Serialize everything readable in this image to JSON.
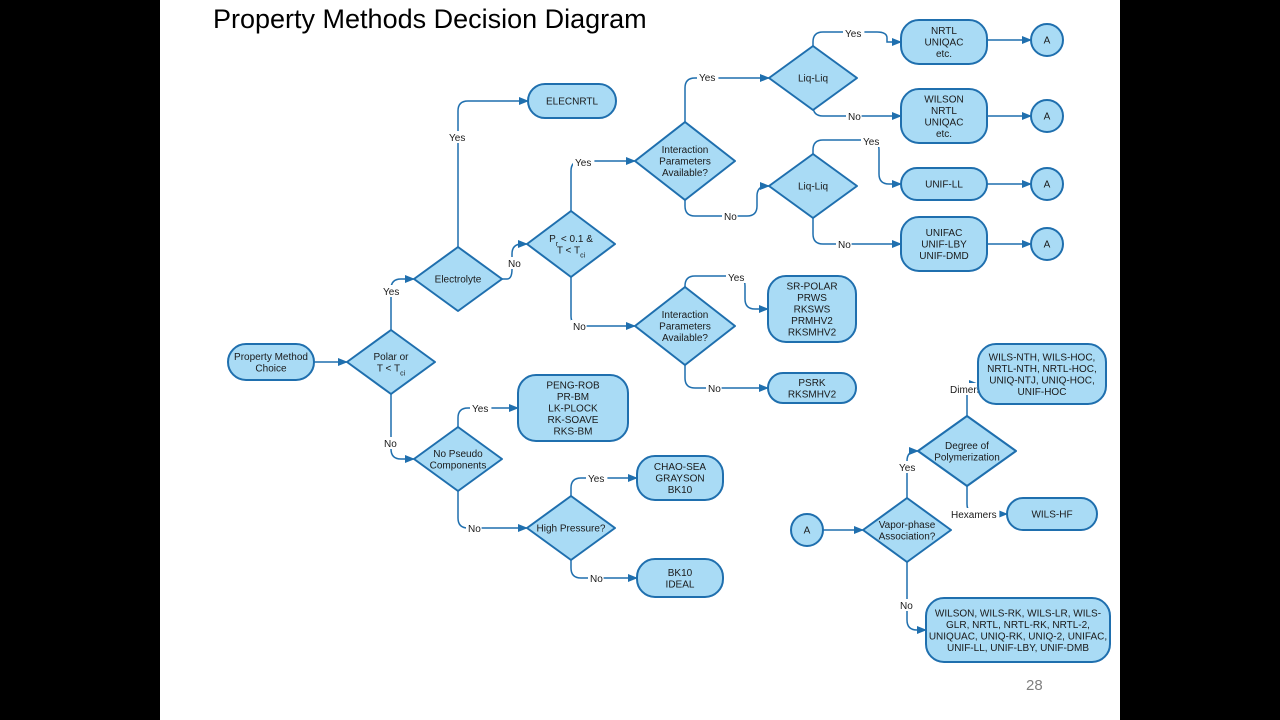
{
  "title": "Property Methods Decision Diagram",
  "page_number": "28",
  "colors": {
    "fill": "#a9dbf5",
    "stroke": "#1f6fae",
    "text": "#1a1a1a",
    "background": "#ffffff"
  },
  "nodes": {
    "start": [
      "Property Method",
      "Choice"
    ],
    "polar": [
      "Polar or",
      "T < Tci"
    ],
    "electrolyte": [
      "Electrolyte"
    ],
    "elecnrtl": [
      "ELECNRTL"
    ],
    "pr_tr": [
      "Pr < 0.1 &",
      "T < Tci"
    ],
    "interaction1": [
      "Interaction",
      "Parameters",
      "Available?"
    ],
    "liqliq1": [
      "Liq-Liq"
    ],
    "nrtl_uniquac": [
      "NRTL",
      "UNIQAC",
      "etc."
    ],
    "wilson_nrtl": [
      "WILSON",
      "NRTL",
      "UNIQAC",
      "etc."
    ],
    "liqliq2": [
      "Liq-Liq"
    ],
    "unif_ll": [
      "UNIF-LL"
    ],
    "unifac_group": [
      "UNIFAC",
      "UNIF-LBY",
      "UNIF-DMD"
    ],
    "a1": [
      "A"
    ],
    "a2": [
      "A"
    ],
    "a3": [
      "A"
    ],
    "a4": [
      "A"
    ],
    "interaction2": [
      "Interaction",
      "Parameters",
      "Available?"
    ],
    "sr_polar": [
      "SR-POLAR",
      "PRWS",
      "RKSWS",
      "PRMHV2",
      "RKSMHV2"
    ],
    "psrk": [
      "PSRK",
      "RKSMHV2"
    ],
    "no_pseudo": [
      "No Pseudo",
      "Components"
    ],
    "peng_rob": [
      "PENG-ROB",
      "PR-BM",
      "LK-PLOCK",
      "RK-SOAVE",
      "RKS-BM"
    ],
    "high_pressure": [
      "High Pressure?"
    ],
    "chao_sea": [
      "CHAO-SEA",
      "GRAYSON",
      "BK10"
    ],
    "bk10_ideal": [
      "BK10",
      "IDEAL"
    ],
    "a_start": [
      "A"
    ],
    "vapor_phase": [
      "Vapor-phase",
      "Association?"
    ],
    "degree_poly": [
      "Degree of",
      "Polymerization"
    ],
    "wils_nth": [
      "WILS-NTH, WILS-HOC,",
      "NRTL-NTH, NRTL-HOC,",
      "UNIQ-NTJ, UNIQ-HOC,",
      "UNIF-HOC"
    ],
    "wils_hf": [
      "WILS-HF"
    ],
    "wilson_list": [
      "WILSON, WILS-RK, WILS-LR, WILS-",
      "GLR, NRTL, NRTL-RK, NRTL-2,",
      "UNIQUAC, UNIQ-RK, UNIQ-2, UNIFAC,",
      "UNIF-LL, UNIF-LBY, UNIF-DMB"
    ]
  },
  "edge_labels": {
    "yes": "Yes",
    "no": "No",
    "dimers": "Dimers",
    "hexamers": "Hexamers"
  }
}
